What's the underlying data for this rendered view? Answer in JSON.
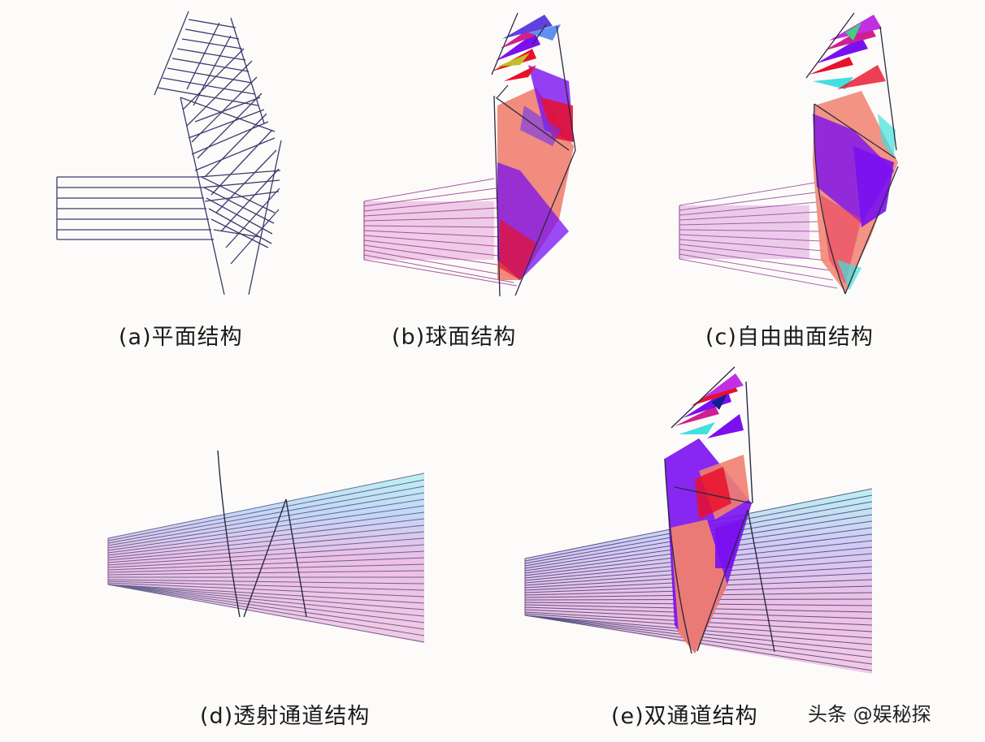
{
  "figure": {
    "panels": [
      {
        "id": "a",
        "caption": "(a)平面结构",
        "structure": "planar",
        "rays_colored": false
      },
      {
        "id": "b",
        "caption": "(b)球面结构",
        "structure": "spherical",
        "rays_colored": true
      },
      {
        "id": "c",
        "caption": "(c)自由曲面结构",
        "structure": "freeform",
        "rays_colored": true
      },
      {
        "id": "d",
        "caption": "(d)透射通道结构",
        "structure": "transmission-channel",
        "rays_colored": true
      },
      {
        "id": "e",
        "caption": "(e)双通道结构",
        "structure": "dual-channel",
        "rays_colored": true
      }
    ],
    "watermark": "头条 @娱秘探",
    "colors": {
      "background": "#fdfbf9",
      "line": "#3a3a6a",
      "magenta": "#d040c0",
      "purple": "#7a10f0",
      "red": "#e8102a",
      "salmon": "#f08070",
      "cyan": "#40e0e0"
    }
  }
}
